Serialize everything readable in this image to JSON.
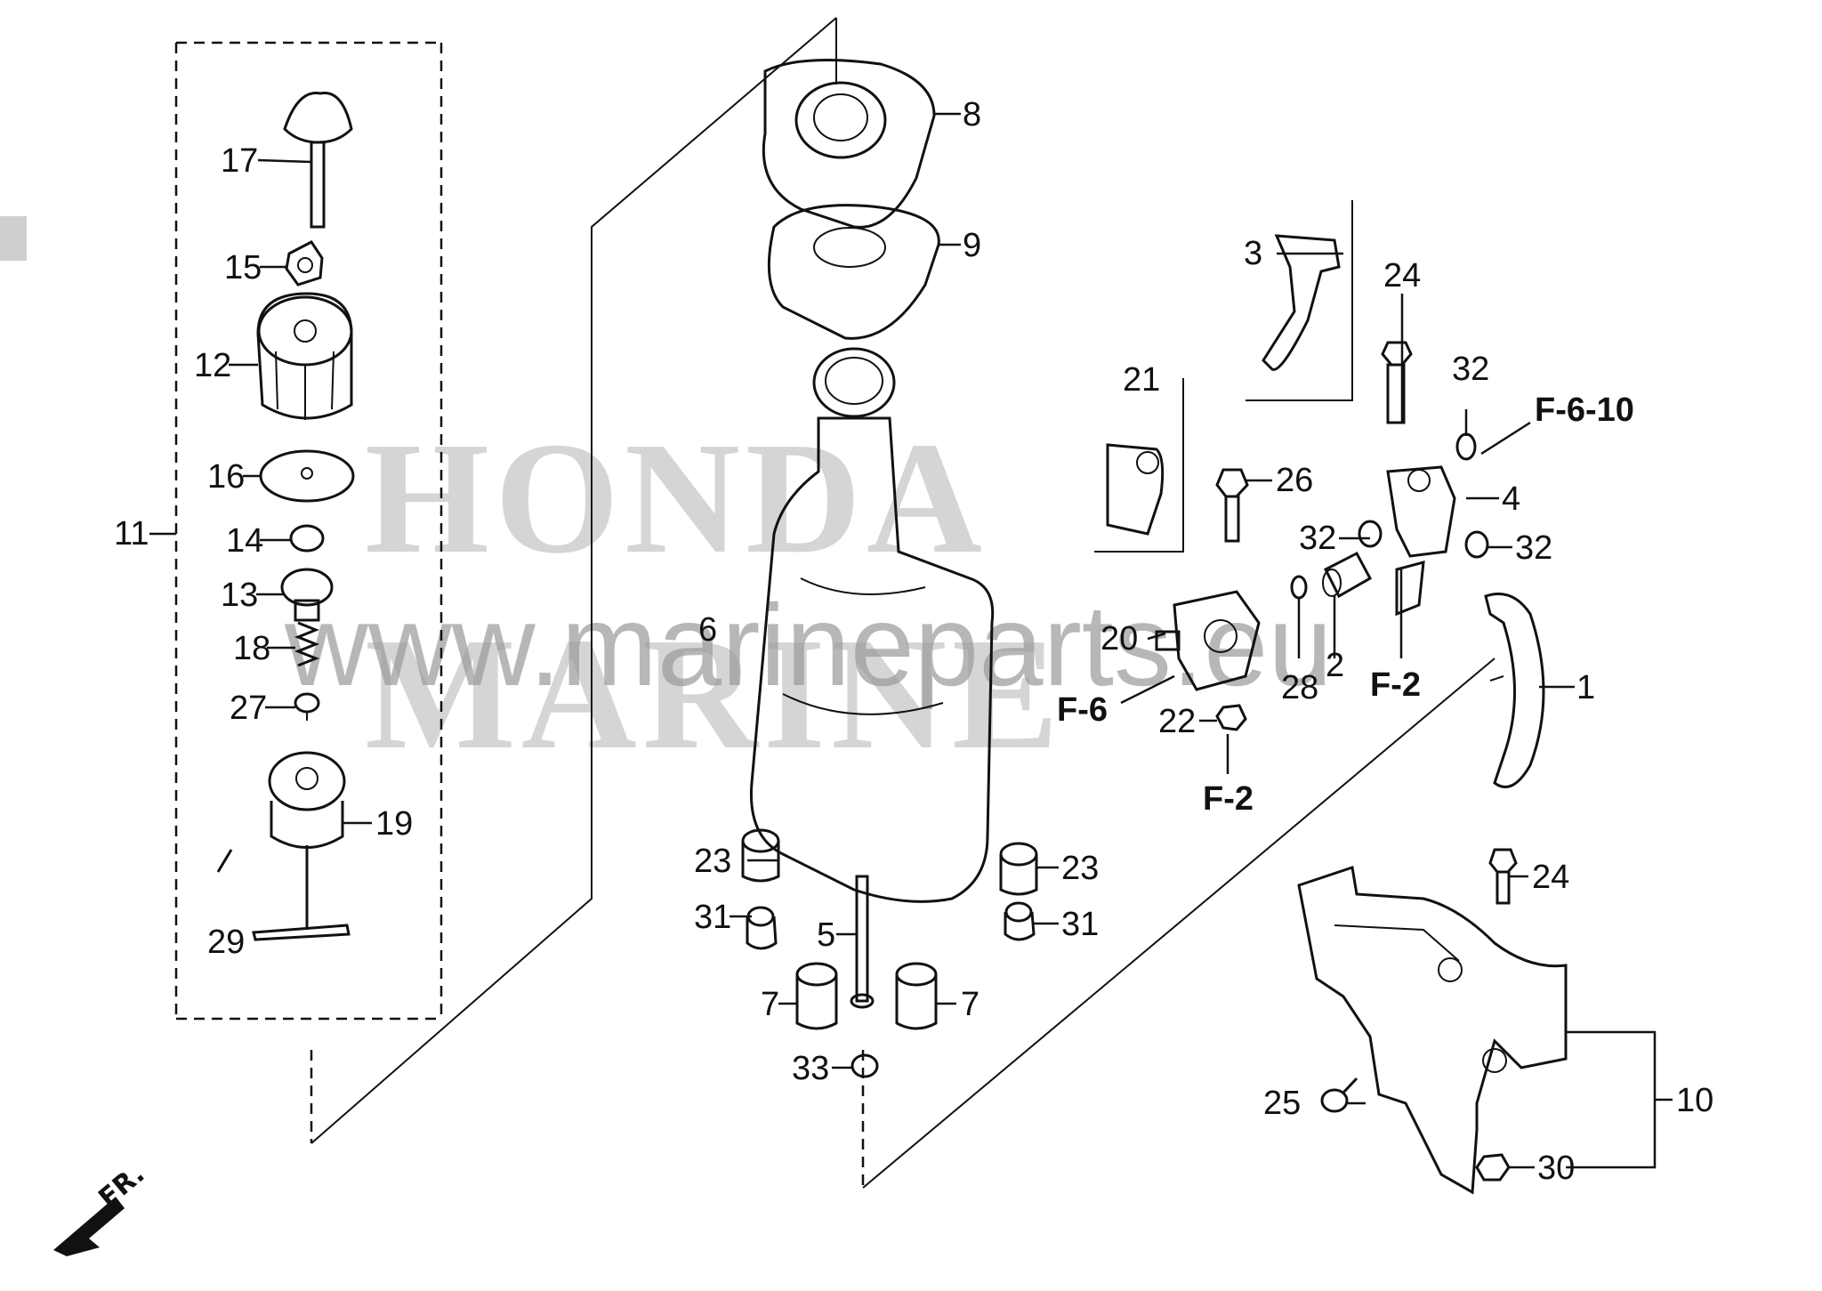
{
  "watermark": {
    "brand_line1": "HONDA",
    "brand_line2": "MARINE",
    "url": "www.marineparts.eu"
  },
  "front_indicator": "FR.",
  "labels": {
    "p1": "1",
    "p3": "3",
    "p4": "4",
    "p5": "5",
    "p6": "6",
    "p7a": "7",
    "p7b": "7",
    "p8": "8",
    "p9": "9",
    "p10": "10",
    "p11": "11",
    "p12": "12",
    "p13": "13",
    "p14": "14",
    "p15": "15",
    "p16": "16",
    "p17": "17",
    "p18": "18",
    "p19": "19",
    "p20": "20",
    "p21": "21",
    "p22": "22",
    "p23a": "23",
    "p23b": "23",
    "p24a": "24",
    "p24b": "24",
    "p25": "25",
    "p26": "26",
    "p27": "27",
    "p28": "28",
    "p29": "29",
    "p30": "30",
    "p31a": "31",
    "p31b": "31",
    "p32a": "32",
    "p32b": "32",
    "p32c": "32",
    "p33": "33",
    "p2": "2"
  },
  "refs": {
    "f610": "F-6-10",
    "f2_valve": "F-2",
    "f6": "F-6",
    "f2_bottom": "F-2"
  },
  "icons": {
    "front_arrow": "front-arrow-icon"
  }
}
